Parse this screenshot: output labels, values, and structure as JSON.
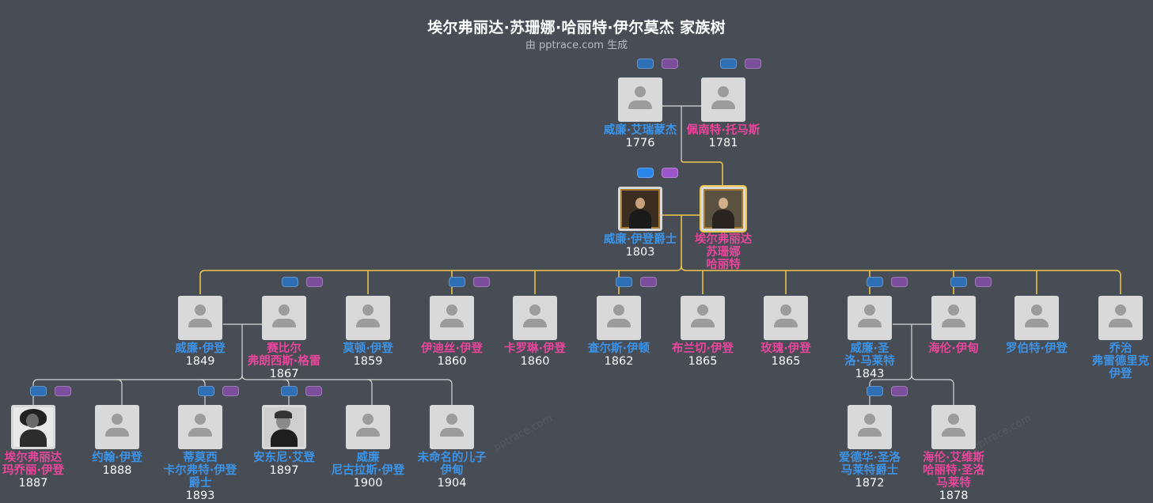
{
  "title": "埃尔弗丽达·苏珊娜·哈丽特·伊尔莫杰 家族树",
  "subtitle": "由 pptrace.com 生成",
  "watermark": "pptrace.com",
  "colors": {
    "background": "#474c55",
    "male_name": "#3d93e6",
    "female_name": "#e8479a",
    "highlight_line": "#f1c84d",
    "line": "#d8d8d8"
  },
  "people": [
    {
      "id": "p1",
      "gender": "male",
      "name": [
        "威廉·艾瑞蒙杰"
      ],
      "year": "1776",
      "photo": "placeholder"
    },
    {
      "id": "p2",
      "gender": "female",
      "name": [
        "佩南特·托马斯"
      ],
      "year": "1781",
      "photo": "placeholder"
    },
    {
      "id": "p3",
      "gender": "male",
      "name": [
        "威廉·伊登爵士"
      ],
      "year": "1803",
      "photo": "portrait-painting"
    },
    {
      "id": "p4",
      "gender": "female",
      "name": [
        "埃尔弗丽达",
        "苏珊娜",
        "哈丽特"
      ],
      "year": "",
      "photo": "portrait-painting",
      "focus": true
    },
    {
      "id": "c1",
      "gender": "male",
      "name": [
        "威廉·伊登"
      ],
      "year": "1849",
      "photo": "placeholder"
    },
    {
      "id": "c2",
      "gender": "female",
      "name": [
        "赛比尔",
        "弗朗西斯·格雷"
      ],
      "year": "1867",
      "photo": "placeholder"
    },
    {
      "id": "c3",
      "gender": "male",
      "name": [
        "莫顿·伊登"
      ],
      "year": "1859",
      "photo": "placeholder"
    },
    {
      "id": "c4",
      "gender": "female",
      "name": [
        "伊迪丝·伊登"
      ],
      "year": "1860",
      "photo": "placeholder"
    },
    {
      "id": "c5",
      "gender": "female",
      "name": [
        "卡罗琳·伊登"
      ],
      "year": "1860",
      "photo": "placeholder"
    },
    {
      "id": "c6",
      "gender": "male",
      "name": [
        "查尔斯·伊顿"
      ],
      "year": "1862",
      "photo": "placeholder"
    },
    {
      "id": "c7",
      "gender": "female",
      "name": [
        "布兰切·伊登"
      ],
      "year": "1865",
      "photo": "placeholder"
    },
    {
      "id": "c8",
      "gender": "female",
      "name": [
        "玫瑰·伊登"
      ],
      "year": "1865",
      "photo": "placeholder"
    },
    {
      "id": "c9",
      "gender": "male",
      "name": [
        "威廉·圣",
        "洛·马莱特"
      ],
      "year": "1843",
      "photo": "placeholder"
    },
    {
      "id": "c10",
      "gender": "female",
      "name": [
        "海伦·伊甸"
      ],
      "year": "",
      "photo": "placeholder"
    },
    {
      "id": "c11",
      "gender": "male",
      "name": [
        "罗伯特·伊登"
      ],
      "year": "",
      "photo": "placeholder"
    },
    {
      "id": "c12",
      "gender": "male",
      "name": [
        "乔治",
        "弗雷德里克",
        "伊登"
      ],
      "year": "",
      "photo": "placeholder"
    },
    {
      "id": "g1",
      "gender": "female",
      "name": [
        "埃尔弗丽达",
        "玛乔丽·伊登"
      ],
      "year": "1887",
      "photo": "bw-woman"
    },
    {
      "id": "g2",
      "gender": "male",
      "name": [
        "约翰·伊登"
      ],
      "year": "1888",
      "photo": "placeholder"
    },
    {
      "id": "g3",
      "gender": "male",
      "name": [
        "蒂莫西",
        "卡尔弗特·伊登",
        "爵士"
      ],
      "year": "1893",
      "photo": "placeholder"
    },
    {
      "id": "g4",
      "gender": "male",
      "name": [
        "安东尼·艾登"
      ],
      "year": "1897",
      "photo": "bw-man"
    },
    {
      "id": "g5",
      "gender": "male",
      "name": [
        "威廉",
        "尼古拉斯·伊登"
      ],
      "year": "1900",
      "photo": "placeholder"
    },
    {
      "id": "g6",
      "gender": "male",
      "name": [
        "未命名的儿子",
        "伊甸"
      ],
      "year": "1904",
      "photo": "placeholder"
    },
    {
      "id": "g7",
      "gender": "male",
      "name": [
        "爱德华·圣洛",
        "马莱特爵士"
      ],
      "year": "1872",
      "photo": "placeholder"
    },
    {
      "id": "g8",
      "gender": "female",
      "name": [
        "海伦·艾维斯",
        "哈丽特·圣洛",
        "马莱特"
      ],
      "year": "1878",
      "photo": "placeholder"
    }
  ]
}
